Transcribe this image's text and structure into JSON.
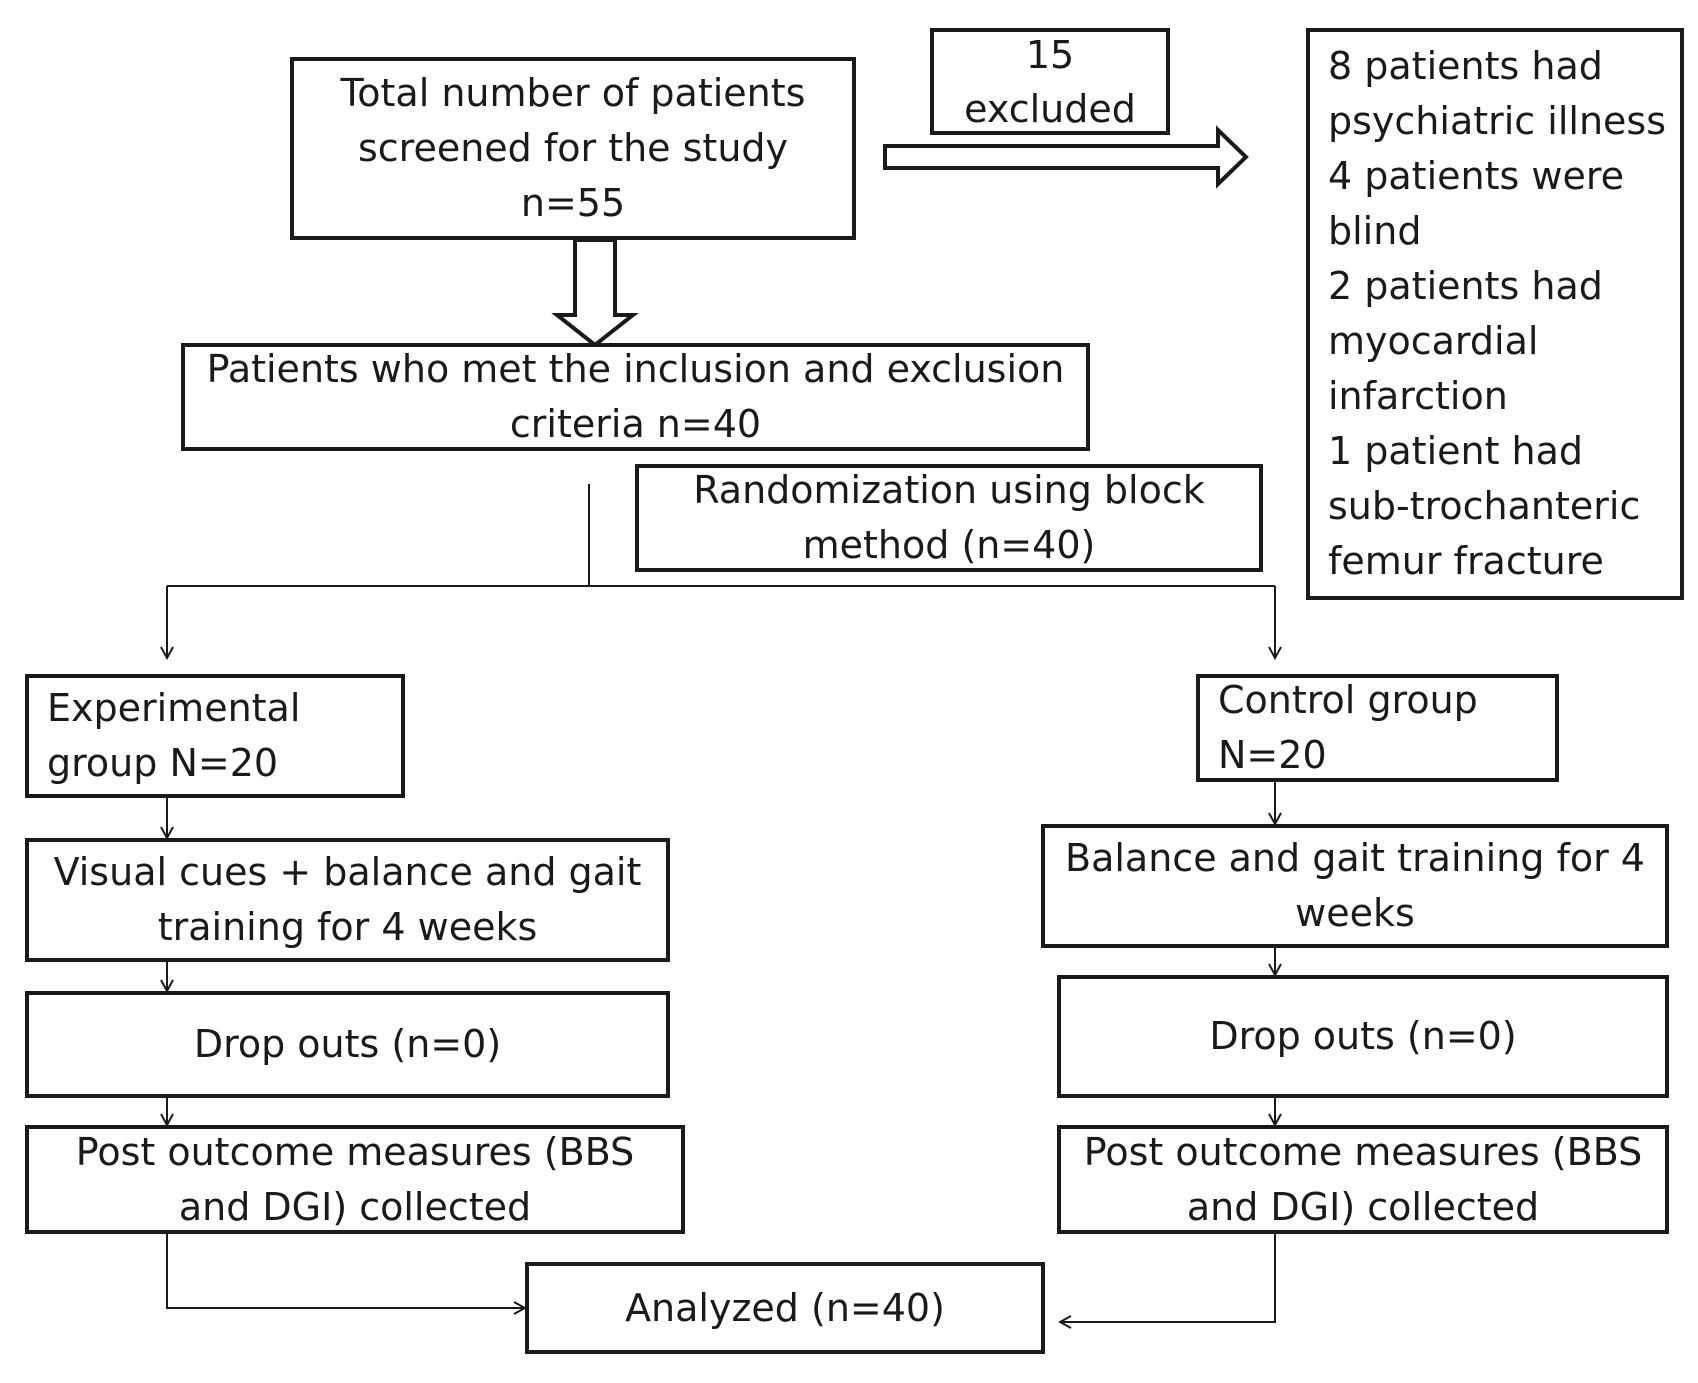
{
  "screened": {
    "lines": [
      "Total number of patients",
      "screened for the study",
      "n=55"
    ]
  },
  "excluded_count": {
    "lines": [
      "15",
      "excluded"
    ]
  },
  "exclusion_reasons": {
    "lines": [
      "8 patients had",
      "psychiatric illness",
      "4 patients were",
      "blind",
      "2 patients had",
      "myocardial",
      "infarction",
      "1 patient had",
      "sub-trochanteric",
      "femur fracture"
    ]
  },
  "eligible": {
    "lines": [
      "Patients who met the inclusion and exclusion",
      "criteria n=40"
    ]
  },
  "randomization": {
    "lines": [
      "Randomization using block",
      "method (n=40)"
    ]
  },
  "experimental": {
    "group": {
      "lines": [
        "Experimental",
        "group  N=20"
      ]
    },
    "intervention": {
      "lines": [
        "Visual cues + balance and gait",
        "training for 4 weeks"
      ]
    },
    "dropouts": {
      "lines": [
        "Drop outs (n=0)"
      ]
    },
    "outcome": {
      "lines": [
        "Post outcome measures (BBS",
        "and DGI) collected"
      ]
    }
  },
  "control": {
    "group": {
      "lines": [
        "Control  group",
        "N=20"
      ]
    },
    "intervention": {
      "lines": [
        "Balance and gait training for 4",
        "weeks"
      ]
    },
    "dropouts": {
      "lines": [
        "Drop outs (n=0)"
      ]
    },
    "outcome": {
      "lines": [
        "Post outcome measures (BBS",
        "and DGI) collected"
      ]
    }
  },
  "analyzed": {
    "lines": [
      "Analyzed (n=40)"
    ]
  }
}
